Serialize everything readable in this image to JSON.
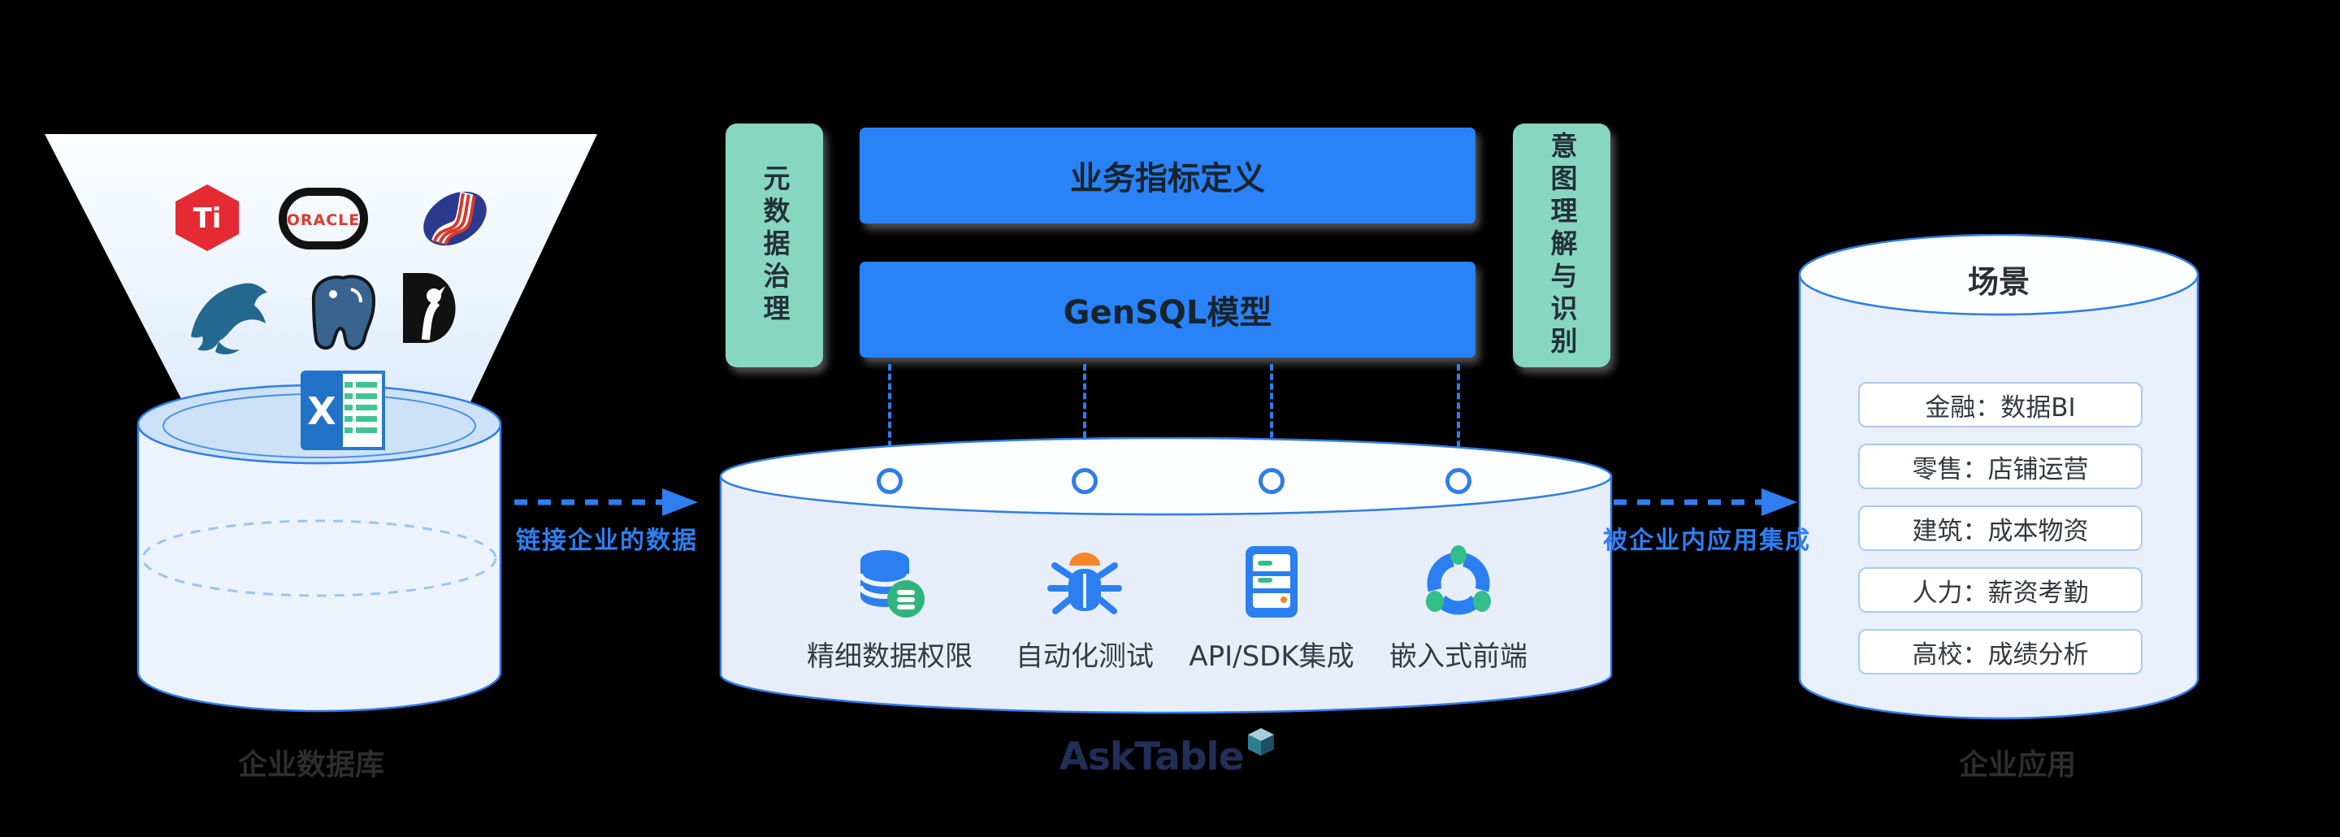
{
  "brand": {
    "name": "AskTable"
  },
  "sources": {
    "caption": "企业数据库",
    "tidb_text": "Ti",
    "oracle_text": "ORACLE",
    "excel_text": "X"
  },
  "flow": {
    "connect_label": "链接企业的数据",
    "integrate_label": "被企业内应用集成"
  },
  "platform": {
    "left_pillar": "元数据治理",
    "right_pillar": "意图理解与识别",
    "metric_box": "业务指标定义",
    "model_box": "GenSQL模型",
    "capabilities": [
      {
        "icon": "fine-grained-permission-icon",
        "label": "精细数据权限"
      },
      {
        "icon": "bug-icon",
        "label": "自动化测试"
      },
      {
        "icon": "server-icon",
        "label": "API/SDK集成"
      },
      {
        "icon": "embed-frontend-icon",
        "label": "嵌入式前端"
      }
    ]
  },
  "scenarios": {
    "title": "场景",
    "caption": "企业应用",
    "items": [
      "金融：数据BI",
      "零售：店铺运营",
      "建筑：成本物资",
      "人力：薪资考勤",
      "高校：成绩分析"
    ]
  },
  "colors": {
    "accent_blue": "#2E7EE9",
    "box_blue": "#2A82F7",
    "pillar_green": "#87D7C0",
    "badge_green": "#2FB57C",
    "bug_orange": "#F5862C",
    "brand_navy": "#222E56"
  }
}
